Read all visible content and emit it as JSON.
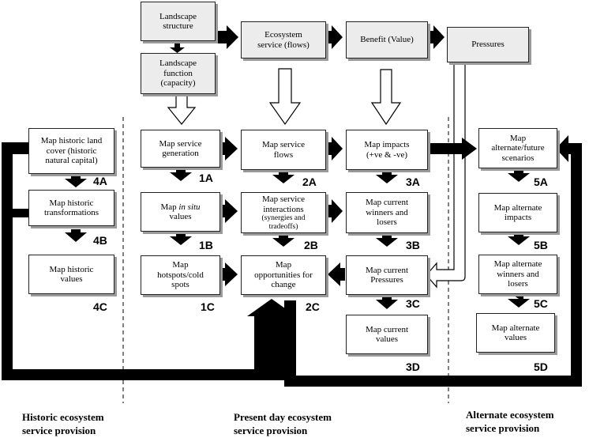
{
  "top_flow": {
    "landscape_structure": "Landscape\nstructure",
    "landscape_function": "Landscape\nfunction\n(capacity)",
    "ecosystem_service": "Ecosystem\nservice (flows)",
    "benefit": "Benefit (Value)",
    "pressures": "Pressures"
  },
  "historic": {
    "boxes": [
      {
        "text": "Map historic land\ncover (historic\nnatural capital)",
        "code": "4A"
      },
      {
        "text": "Map historic\ntransformations",
        "code": "4B"
      },
      {
        "text": "Map historic\nvalues",
        "code": "4C"
      }
    ],
    "section_label": "Historic ecosystem\nservice provision"
  },
  "present": {
    "col1": [
      {
        "text": "Map service\ngeneration",
        "code": "1A"
      },
      {
        "text_pre": "Map ",
        "text_em": "in situ",
        "text_post": "\nvalues",
        "code": "1B"
      },
      {
        "text": "Map\nhotspots/cold\nspots",
        "code": "1C"
      }
    ],
    "col2": [
      {
        "text": "Map service\nflows",
        "code": "2A"
      },
      {
        "text": "Map service\ninteractions",
        "subtext": "(synergies and\ntradeoffs)",
        "code": "2B"
      },
      {
        "text": "Map\nopportunities for\nchange",
        "code": "2C"
      }
    ],
    "col3": [
      {
        "text": "Map impacts\n(+ve & -ve)",
        "code": "3A"
      },
      {
        "text": "Map current\nwinners and\nlosers",
        "code": "3B"
      },
      {
        "text": "Map current\nPressures",
        "code": "3C"
      },
      {
        "text": "Map current\nvalues",
        "code": "3D"
      }
    ],
    "section_label": "Present day ecosystem\nservice provision"
  },
  "alternate": {
    "boxes": [
      {
        "text": "Map\nalternate/future\nscenarios",
        "code": "5A"
      },
      {
        "text": "Map alternate\nimpacts",
        "code": "5B"
      },
      {
        "text": "Map  alternate\nwinners and\nlosers",
        "code": "5C"
      },
      {
        "text": "Map alternate\nvalues",
        "code": "5D"
      }
    ],
    "section_label": "Alternate ecosystem\nservice provision"
  },
  "colors": {
    "box_border": "#222222",
    "box_fill": "#ffffff",
    "header_fill": "#ececec",
    "shadow": "#9a9a9a",
    "arrow": "#000000"
  }
}
